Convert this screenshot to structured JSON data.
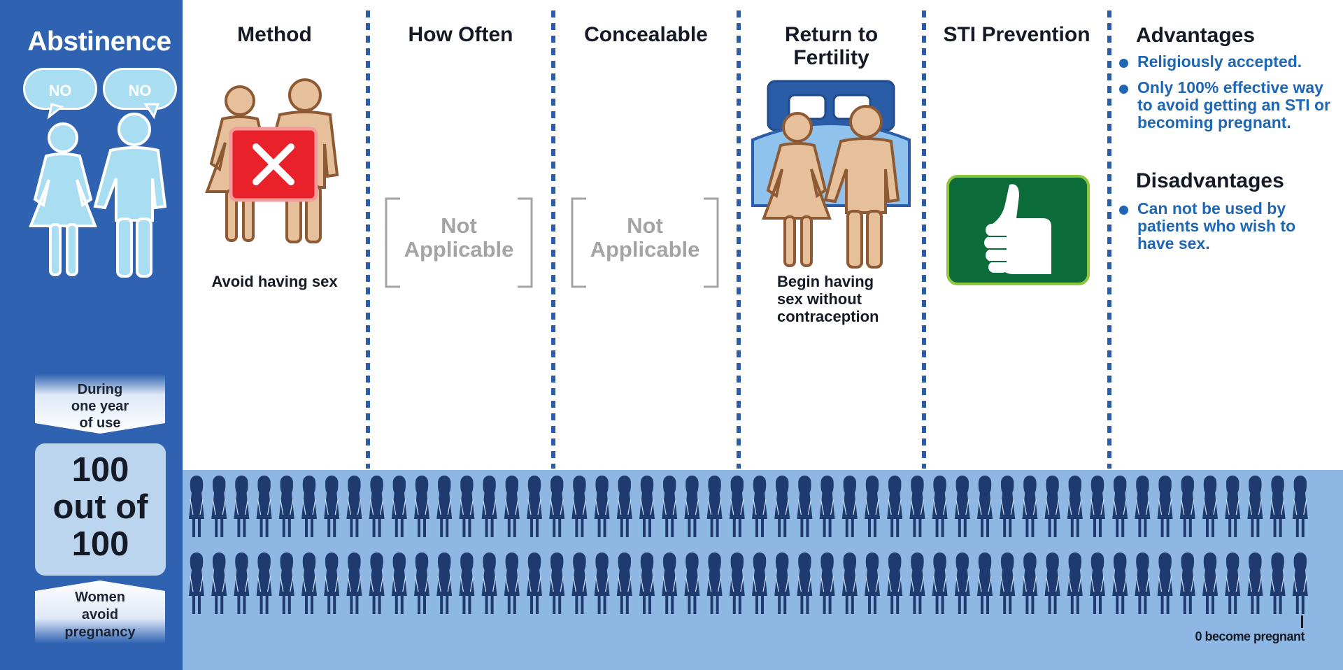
{
  "sidebar": {
    "title": "Abstinence",
    "bubbles": [
      "NO",
      "NO"
    ],
    "period": [
      "During",
      "one year",
      "of use"
    ],
    "stat": [
      "100",
      "out of",
      "100"
    ],
    "outcome": [
      "Women",
      "avoid",
      "pregnancy"
    ]
  },
  "columns": {
    "method": {
      "heading": "Method",
      "caption": "Avoid having sex"
    },
    "how_often": {
      "heading": "How Often",
      "value": [
        "Not",
        "Applicable"
      ]
    },
    "concealable": {
      "heading": "Concealable",
      "value": [
        "Not",
        "Applicable"
      ]
    },
    "fertility": {
      "heading": [
        "Return to",
        "Fertility"
      ],
      "caption": [
        "Begin having",
        "sex without",
        "contraception"
      ]
    },
    "sti": {
      "heading": "STI Prevention"
    }
  },
  "advantages": {
    "heading": "Advantages",
    "items": [
      "Religiously accepted.",
      "Only 100% effective way to avoid getting an STI or becoming pregnant."
    ]
  },
  "disadvantages": {
    "heading": "Disadvantages",
    "items": [
      "Can not be used by patients who wish to have sex."
    ]
  },
  "bottom": {
    "women_total": 100,
    "pregnant_count": 0,
    "pregnant_label": "0 become pregnant"
  },
  "icons": {
    "couple": "couple-icon",
    "no_sex": "x-mark-icon",
    "bed": "bed-couple-icon",
    "sti": "thumbs-up-icon",
    "woman": "woman-icon"
  },
  "colors": {
    "sidebar": "#2f63b1",
    "accent_blue": "#1f66b3",
    "band": "#8eb8e3",
    "woman": "#1f3a6e",
    "x_red": "#e8212a",
    "thumb_green": "#0b6b39",
    "skin": "#e6bf9b",
    "skin_outline": "#8e5a34"
  }
}
